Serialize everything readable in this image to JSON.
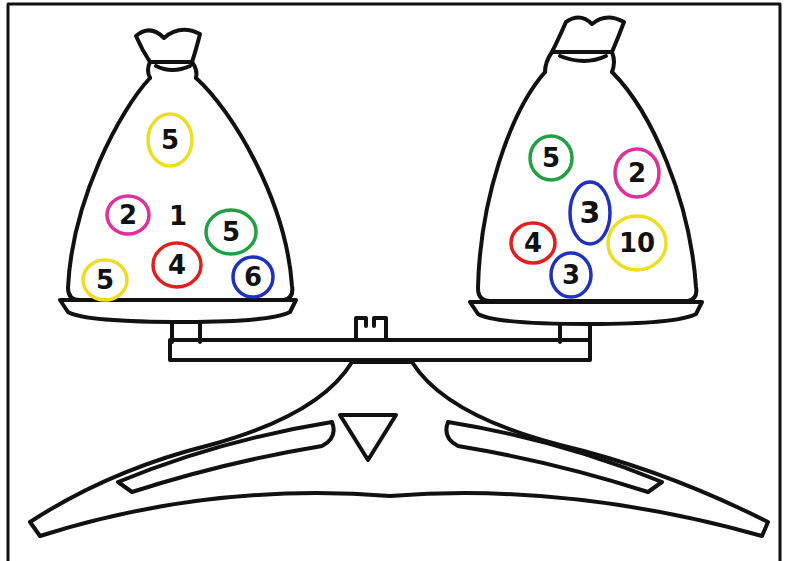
{
  "diagram": {
    "nodes": [
      {
        "text": [
          "1"
        ]
      },
      {
        "text": [
          "5"
        ],
        "in": 0
      },
      {
        "text": [
          "2"
        ],
        "in": 0
      },
      {
        "text": [
          "5"
        ],
        "in": 0
      },
      {
        "text": [
          "5"
        ],
        "in": 0
      },
      {
        "text": [
          "4"
        ],
        "in": 0
      },
      {
        "text": [
          "6"
        ],
        "in": 0
      },
      {
        "text": [
          "5"
        ]
      },
      {
        "text": [
          "2"
        ]
      },
      {
        "text": [
          "3"
        ]
      },
      {
        "text": [
          "4"
        ]
      },
      {
        "text": [
          "10"
        ]
      },
      {
        "text": [
          "3"
        ]
      }
    ]
  }
}
